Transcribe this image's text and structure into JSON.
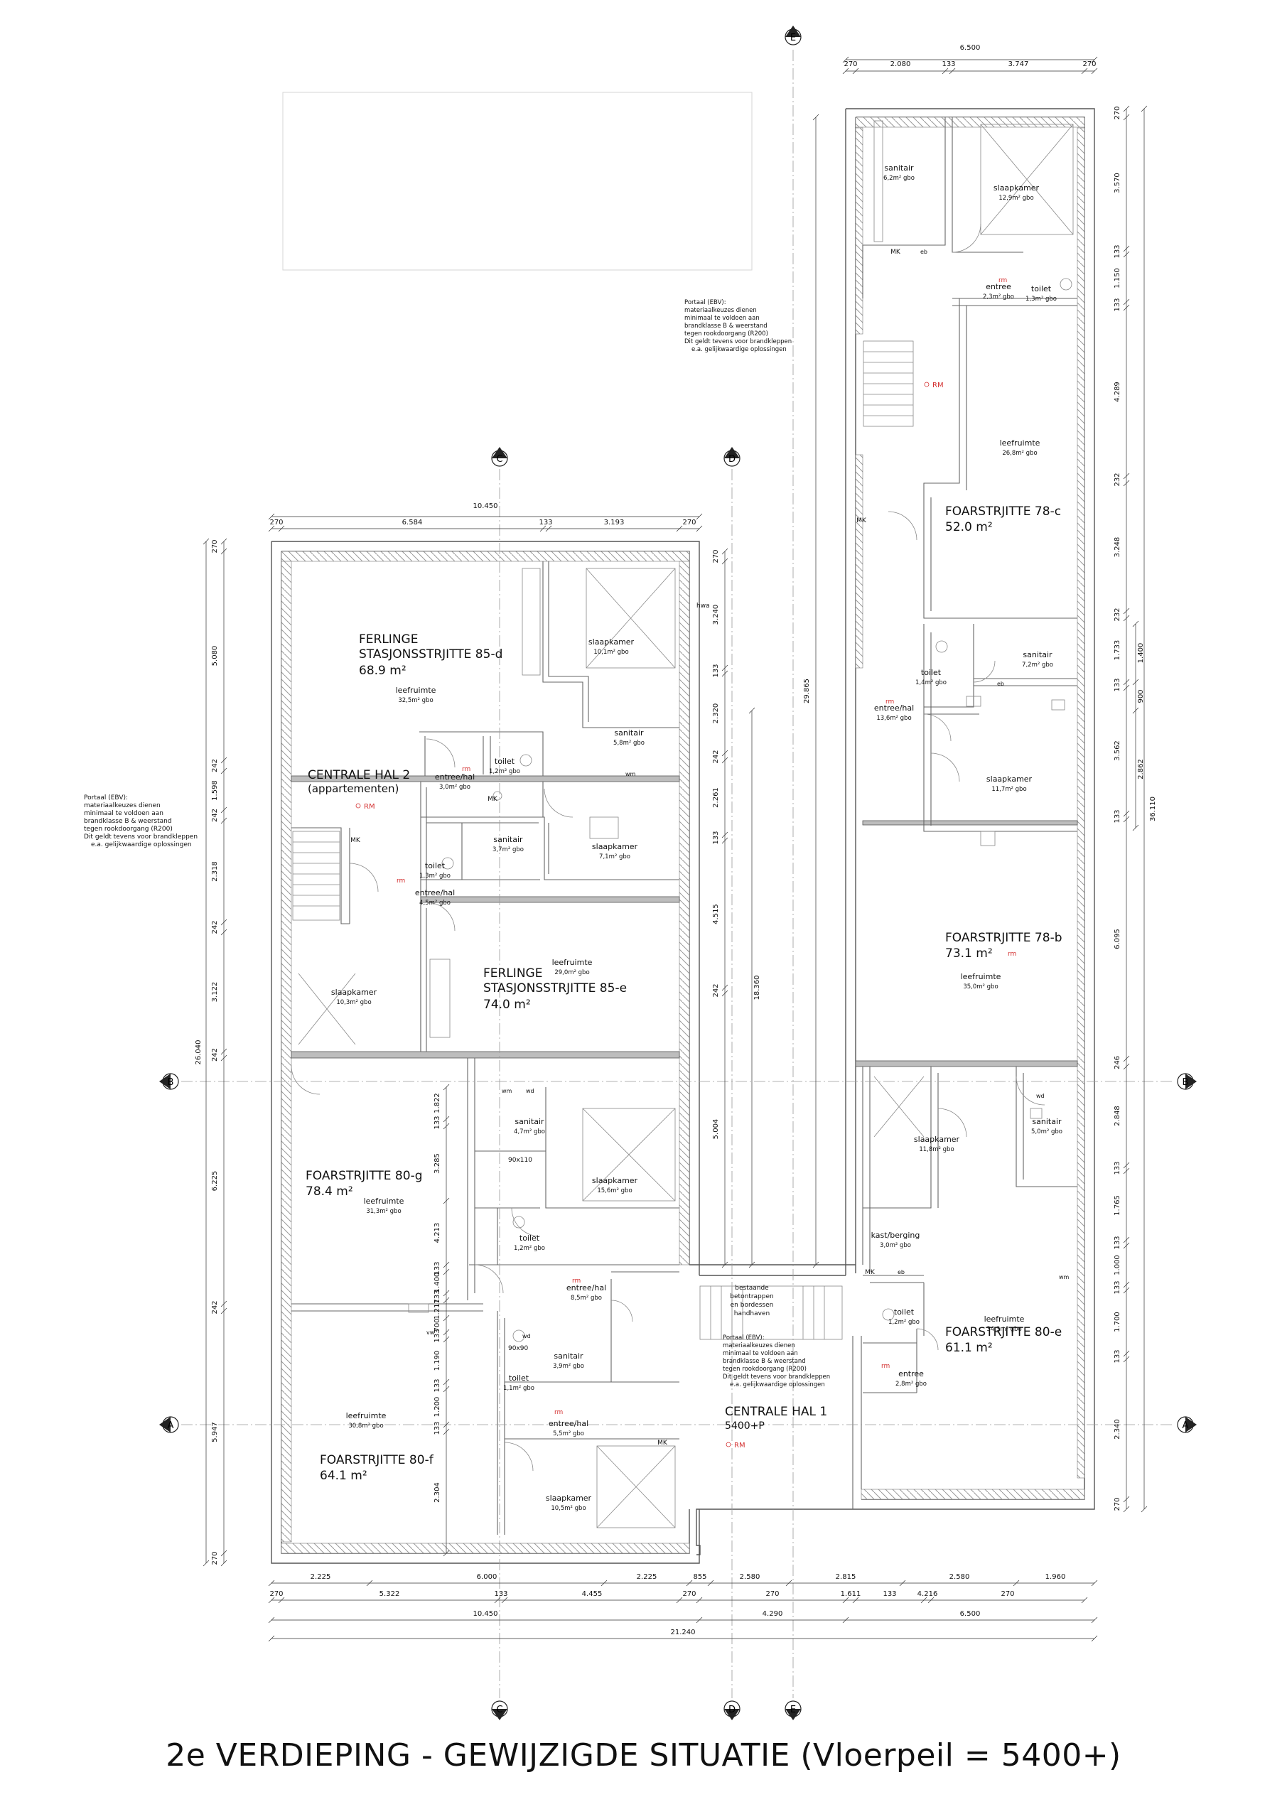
{
  "title": "2e VERDIEPING - GEWIJZIGDE SITUATIE (Vloerpeil = 5400+)",
  "colors": {
    "wall": "#555555",
    "fill": "#bdbdbd",
    "dim": "#333333",
    "red": "#d32f2f",
    "text": "#111111"
  },
  "section_markers": [
    {
      "label": "E",
      "pos": "top"
    },
    {
      "label": "C",
      "pos": "top"
    },
    {
      "label": "D",
      "pos": "top"
    },
    {
      "label": "B",
      "pos": "left"
    },
    {
      "label": "B",
      "pos": "right"
    },
    {
      "label": "A",
      "pos": "left"
    },
    {
      "label": "A",
      "pos": "right"
    },
    {
      "label": "C",
      "pos": "bottom"
    },
    {
      "label": "D",
      "pos": "bottom"
    },
    {
      "label": "E",
      "pos": "bottom"
    }
  ],
  "apartments": [
    {
      "name1": "FERLINGE",
      "name2": "STASJONSSTRJITTE 85-d",
      "area": "68.9 m²"
    },
    {
      "name1": "FERLINGE",
      "name2": "STASJONSSTRJITTE 85-e",
      "area": "74.0 m²"
    },
    {
      "name1": "FOARSTRJITTE 80-g",
      "name2": "",
      "area": "78.4 m²"
    },
    {
      "name1": "FOARSTRJITTE 80-f",
      "name2": "",
      "area": "64.1 m²"
    },
    {
      "name1": "FOARSTRJITTE 78-c",
      "name2": "",
      "area": "52.0 m²"
    },
    {
      "name1": "FOARSTRJITTE 78-b",
      "name2": "",
      "area": "73.1 m²"
    },
    {
      "name1": "FOARSTRJITTE 80-e",
      "name2": "",
      "area": "61.1 m²"
    }
  ],
  "halls": [
    {
      "name": "CENTRALE HAL 2",
      "sub": "(appartementen)"
    },
    {
      "name": "CENTRALE HAL 1",
      "sub": "5400+P"
    }
  ],
  "rooms": [
    {
      "name": "sanitair",
      "area": "6,2m² gbo"
    },
    {
      "name": "slaapkamer",
      "area": "12,9m² gbo"
    },
    {
      "name": "entree",
      "area": "2,3m² gbo"
    },
    {
      "name": "toilet",
      "area": "1,3m² gbo"
    },
    {
      "name": "leefruimte",
      "area": "26,8m² gbo"
    },
    {
      "name": "sanitair",
      "area": "7,2m² gbo"
    },
    {
      "name": "toilet",
      "area": "1,4m² gbo"
    },
    {
      "name": "entree/hal",
      "area": "13,6m² gbo"
    },
    {
      "name": "slaapkamer",
      "area": "11,7m² gbo"
    },
    {
      "name": "leefruimte",
      "area": "35,0m² gbo"
    },
    {
      "name": "slaapkamer",
      "area": "11,8m² gbo"
    },
    {
      "name": "sanitair",
      "area": "5,0m² gbo"
    },
    {
      "name": "kast/berging",
      "area": "3,0m² gbo"
    },
    {
      "name": "leefruimte",
      "area": "34,3m² gbo"
    },
    {
      "name": "toilet",
      "area": "1,2m² gbo"
    },
    {
      "name": "entree",
      "area": "2,8m² gbo"
    },
    {
      "name": "slaapkamer",
      "area": "10,1m² gbo"
    },
    {
      "name": "leefruimte",
      "area": "32,5m² gbo"
    },
    {
      "name": "sanitair",
      "area": "5,8m² gbo"
    },
    {
      "name": "toilet",
      "area": "1,2m² gbo"
    },
    {
      "name": "entree/hal",
      "area": "3,0m² gbo"
    },
    {
      "name": "sanitair",
      "area": "3,7m² gbo"
    },
    {
      "name": "slaapkamer",
      "area": "7,1m² gbo"
    },
    {
      "name": "toilet",
      "area": "1,3m² gbo"
    },
    {
      "name": "entree/hal",
      "area": "4,5m² gbo"
    },
    {
      "name": "slaapkamer",
      "area": "10,3m² gbo"
    },
    {
      "name": "leefruimte",
      "area": "29,0m² gbo"
    },
    {
      "name": "sanitair",
      "area": "4,7m² gbo"
    },
    {
      "name": "slaapkamer",
      "area": "15,6m² gbo"
    },
    {
      "name": "leefruimte",
      "area": "31,3m² gbo"
    },
    {
      "name": "toilet",
      "area": "1,2m² gbo"
    },
    {
      "name": "entree/hal",
      "area": "8,5m² gbo"
    },
    {
      "name": "sanitair",
      "area": "3,9m² gbo"
    },
    {
      "name": "toilet",
      "area": "1,1m² gbo"
    },
    {
      "name": "leefruimte",
      "area": "30,8m² gbo"
    },
    {
      "name": "entree/hal",
      "area": "5,5m² gbo"
    },
    {
      "name": "slaapkamer",
      "area": "10,5m² gbo"
    }
  ],
  "notes": {
    "portaal_lines": [
      "Portaal (EBV):",
      "materiaalkeuzes dienen",
      "minimaal te voldoen aan",
      "brandklasse B & weerstand",
      "tegen rookdoorgang (R200)",
      "Dit geldt tevens voor brandkleppen",
      "e.a. gelijkwaardige oplossingen"
    ],
    "stairs_lines": [
      "bestaande",
      "betontrappen",
      "en bordessen",
      "handhaven"
    ]
  },
  "markers": {
    "rm": "RM",
    "rm_small": "rm",
    "mk": "MK",
    "eb": "eb",
    "hwa": "hwa",
    "wm": "wm",
    "wd": "wd",
    "vw": "vw",
    "shower1": "90x110",
    "shower2": "90x90"
  },
  "dims_top_right": {
    "total": "6.500",
    "parts": [
      "270",
      "2.080",
      "133",
      "3.747",
      "270"
    ]
  },
  "dims_top_left": {
    "total": "10.450",
    "parts": [
      "270",
      "6.584",
      "133",
      "3.193",
      "270"
    ]
  },
  "dims_bottom1": [
    "2.225",
    "6.000",
    "2.225",
    "855",
    "2.580",
    "2.815",
    "2.580",
    "1.960"
  ],
  "dims_bottom2": [
    "270",
    "5.322",
    "133",
    "4.455",
    "270",
    "270",
    "1.611",
    "133",
    "4.216",
    "270"
  ],
  "dims_bottom3": [
    "10.450",
    "4.290",
    "6.500"
  ],
  "dims_bottom_total": "21.240",
  "dims_left_outer": "26.040",
  "dims_left1": [
    "270",
    "5.080",
    "242",
    "1.598",
    "242",
    "2.318",
    "242",
    "3.122",
    "242",
    "6.225",
    "242",
    "5.947",
    "270"
  ],
  "dims_left2": [
    "1.822",
    "133",
    "3.285",
    "4.213",
    "133",
    "1.400",
    "133",
    "1.217",
    "700",
    "133",
    "1.190",
    "133",
    "1.200",
    "133",
    "2.304"
  ],
  "dims_right1": [
    "270",
    "3.570",
    "133",
    "1.150",
    "133",
    "4.289",
    "232",
    "3.248",
    "232",
    "1.733",
    "133",
    "3.562",
    "133",
    "6.095",
    "246",
    "2.848",
    "133",
    "1.765",
    "133",
    "1.000",
    "133",
    "1.700",
    "133",
    "2.340",
    "270"
  ],
  "dims_right2": [
    "1.400",
    "900",
    "2.862"
  ],
  "dims_right_outer": "36.110",
  "dims_corridor": [
    "270",
    "3.240",
    "133",
    "2.320",
    "242",
    "2.261",
    "133",
    "4.515",
    "242",
    "5.004"
  ],
  "dims_corridor_long": [
    "29.865",
    "18.360"
  ]
}
